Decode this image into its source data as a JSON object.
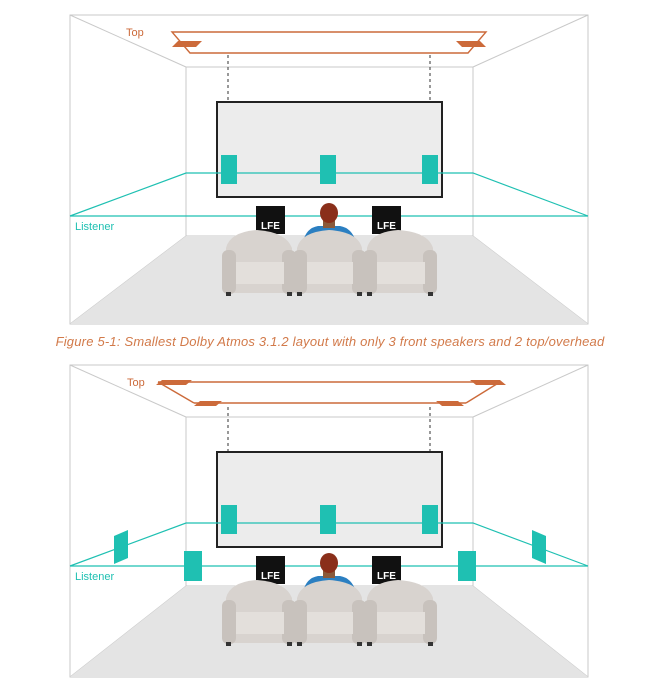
{
  "labels": {
    "top": "Top",
    "listener": "Listener",
    "lfe": "LFE"
  },
  "caption": "Figure 5-1:  Smallest Dolby Atmos 3.1.2 layout with only 3 front speakers and 2 top/overhead",
  "colors": {
    "speaker": "#1fc0b2",
    "top_speaker": "#cc6a3a",
    "room_lines": "#c9c9c9",
    "caption": "#d27a4a"
  }
}
